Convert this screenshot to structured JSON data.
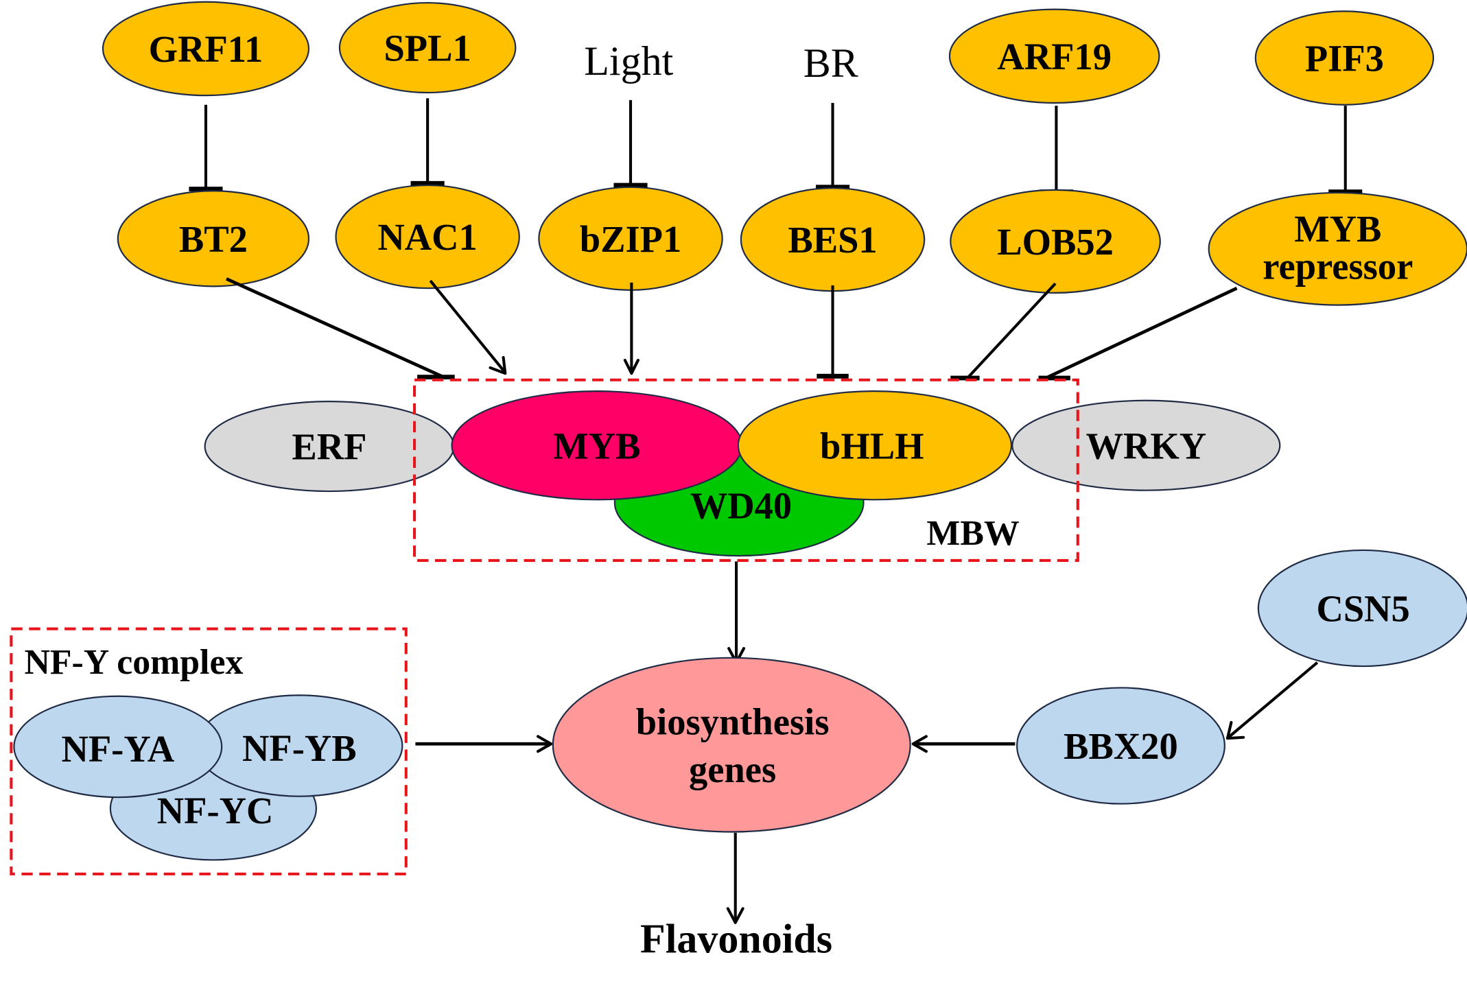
{
  "title": "Regulatory network of flavonoid biosynthesis",
  "colors": {
    "activator_orange": "#ffc000",
    "myb_magenta": "#ff0066",
    "wd40_green": "#00c800",
    "cofactor_gray": "#d9d9d9",
    "blue_node": "#bdd7ee",
    "biosynthesis_pink": "#ff9999",
    "complex_box_red": "#e8141b"
  },
  "nodes": {
    "grf11": {
      "label": "GRF11"
    },
    "spl1": {
      "label": "SPL1"
    },
    "light": {
      "label": "Light"
    },
    "br": {
      "label": "BR"
    },
    "arf19": {
      "label": "ARF19"
    },
    "pif3": {
      "label": "PIF3"
    },
    "bt2": {
      "label": "BT2"
    },
    "nac1": {
      "label": "NAC1"
    },
    "bzip1": {
      "label": "bZIP1"
    },
    "bes1": {
      "label": "BES1"
    },
    "lob52": {
      "label": "LOB52"
    },
    "myb_repressor": {
      "line1": "MYB",
      "line2": "repressor"
    },
    "erf": {
      "label": "ERF"
    },
    "myb": {
      "label": "MYB"
    },
    "bhlh": {
      "label": "bHLH"
    },
    "wd40": {
      "label": "WD40"
    },
    "wrky": {
      "label": "WRKY"
    },
    "biosynthesis_genes": {
      "line1": "biosynthesis",
      "line2": "genes"
    },
    "csn5": {
      "label": "CSN5"
    },
    "bbx20": {
      "label": "BBX20"
    },
    "nf_ya": {
      "label": "NF-YA"
    },
    "nf_yb": {
      "label": "NF-YB"
    },
    "nf_yc": {
      "label": "NF-YC"
    },
    "flavonoids": {
      "label": "Flavonoids"
    }
  },
  "complexes": {
    "mbw": {
      "label": "MBW"
    },
    "nf_y": {
      "label": "NF-Y complex"
    }
  },
  "edges": [
    {
      "from": "GRF11",
      "to": "BT2",
      "type": "inhibition"
    },
    {
      "from": "SPL1",
      "to": "NAC1",
      "type": "inhibition"
    },
    {
      "from": "Light",
      "to": "bZIP1",
      "type": "inhibition"
    },
    {
      "from": "BR",
      "to": "BES1",
      "type": "inhibition"
    },
    {
      "from": "ARF19",
      "to": "LOB52",
      "type": "inhibition"
    },
    {
      "from": "PIF3",
      "to": "MYB repressor",
      "type": "inhibition"
    },
    {
      "from": "BT2",
      "to": "MBW",
      "type": "inhibition"
    },
    {
      "from": "NAC1",
      "to": "MBW",
      "type": "activation"
    },
    {
      "from": "bZIP1",
      "to": "MBW",
      "type": "activation"
    },
    {
      "from": "BES1",
      "to": "MBW",
      "type": "inhibition"
    },
    {
      "from": "LOB52",
      "to": "MBW",
      "type": "inhibition"
    },
    {
      "from": "MYB repressor",
      "to": "MBW",
      "type": "inhibition"
    },
    {
      "from": "MBW",
      "to": "biosynthesis genes",
      "type": "activation"
    },
    {
      "from": "NF-Y complex",
      "to": "biosynthesis genes",
      "type": "activation"
    },
    {
      "from": "BBX20",
      "to": "biosynthesis genes",
      "type": "activation"
    },
    {
      "from": "CSN5",
      "to": "BBX20",
      "type": "activation"
    },
    {
      "from": "biosynthesis genes",
      "to": "Flavonoids",
      "type": "activation"
    }
  ]
}
